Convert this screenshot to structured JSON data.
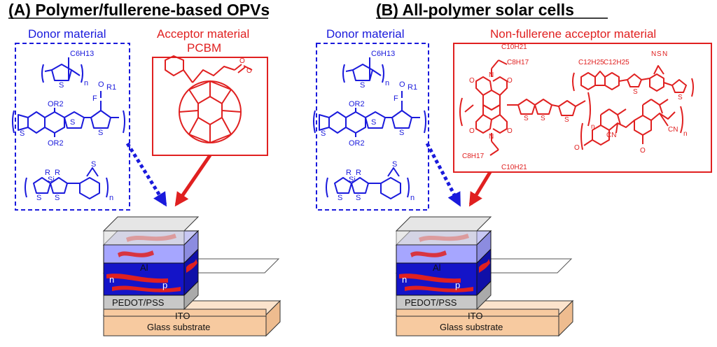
{
  "panel_a": {
    "title": "(A) Polymer/fullerene-based OPVs",
    "donor_label": "Donor material",
    "acceptor_label_line1": "Acceptor material",
    "acceptor_label_line2": "PCBM"
  },
  "panel_b": {
    "title": "(B) All-polymer solar cells",
    "donor_label": "Donor material",
    "acceptor_label": "Non-fullerene acceptor material"
  },
  "chem": {
    "c6h13": "C6H13",
    "n": "n",
    "o": "O",
    "r1": "R1",
    "f": "F",
    "or2": "OR2",
    "s": "S",
    "r": "R",
    "si": "Si",
    "n_atom": "N",
    "c10h21": "C10H21",
    "c8h17": "C8H17",
    "c12h25": "C12H25",
    "cn": "CN"
  },
  "device": {
    "al": "Al",
    "n_label": "n",
    "p_label": "p",
    "pedot": "PEDOT/PSS",
    "ito": "ITO",
    "glass": "Glass substrate"
  },
  "colors": {
    "donor_blue": "#1a1adc",
    "acceptor_red": "#e02020",
    "ito_orange": "#f7caa0",
    "active_blue": "#1414c8",
    "pedot_gray": "#c8c8c8"
  }
}
